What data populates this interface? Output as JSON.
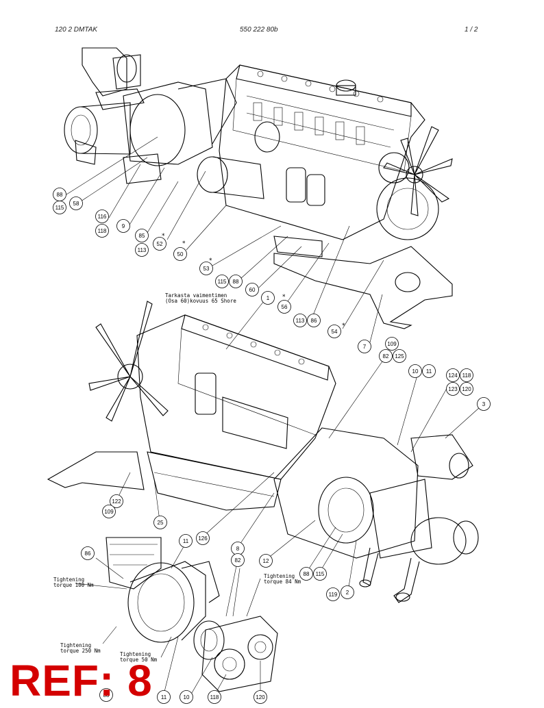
{
  "header": {
    "left": "120 2 DMTAK",
    "center": "550 222 80b",
    "right": "1 /  2"
  },
  "notes": {
    "check_damper_line1": "Tarkasta vaimentimen",
    "check_damper_line2": "(Osa 60)kovuus 65 Shore",
    "torque_100_line1": "Tightening",
    "torque_100_line2": "torque 100 Nm",
    "torque_84_line1": "Tightening",
    "torque_84_line2": "torque 84 Nm",
    "torque_250_line1": "Tightening",
    "torque_250_line2": "torque 250 Nm",
    "torque_50_line1": "Tightening",
    "torque_50_line2": "torque 50 Nm"
  },
  "callouts": [
    "88",
    "115",
    "58",
    "116",
    "118",
    "9",
    "85",
    "113",
    "52",
    "50",
    "53",
    "115",
    "88",
    "60",
    "56",
    "113",
    "86",
    "54",
    "7",
    "1",
    "109",
    "82",
    "125",
    "10",
    "11",
    "124",
    "118",
    "123",
    "120",
    "3",
    "122",
    "109",
    "25",
    "126",
    "86",
    "11",
    "8",
    "82",
    "12",
    "88",
    "115",
    "119",
    "2",
    "88",
    "11",
    "10",
    "118",
    "120"
  ],
  "reference": "REF: 8"
}
